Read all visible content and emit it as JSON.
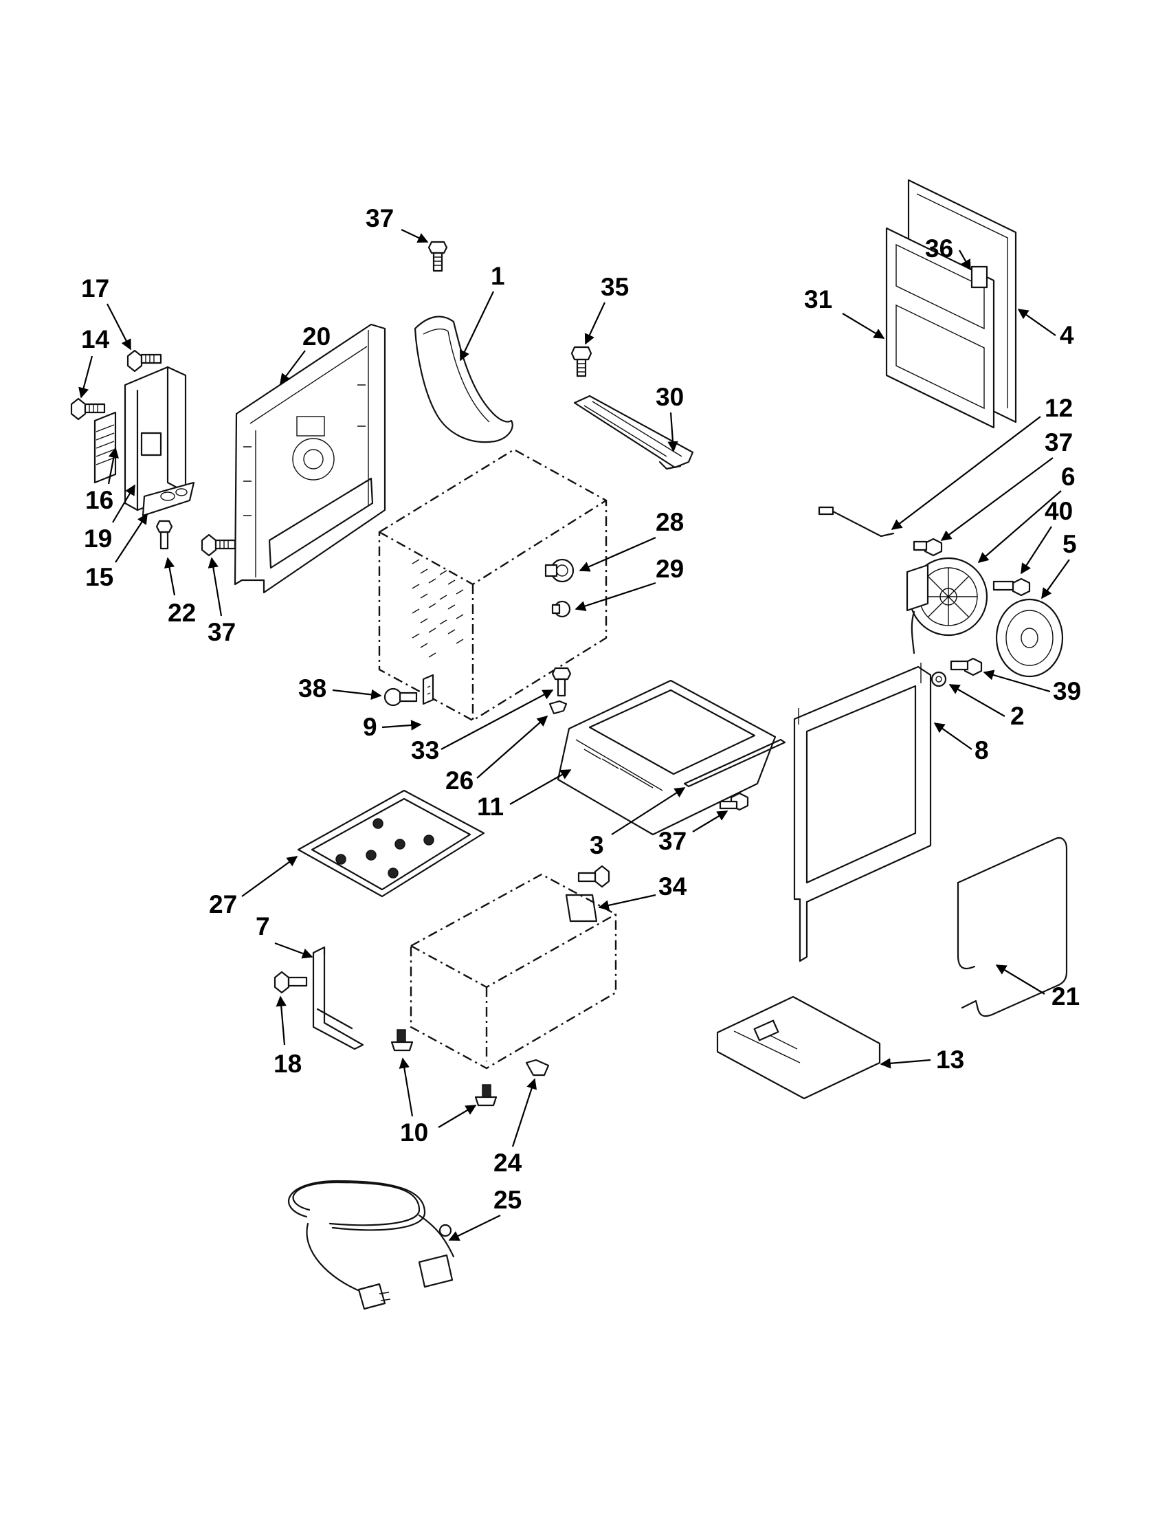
{
  "callouts": [
    {
      "id": "c37a",
      "label": "37"
    },
    {
      "id": "c1",
      "label": "1"
    },
    {
      "id": "c35",
      "label": "35"
    },
    {
      "id": "c17",
      "label": "17"
    },
    {
      "id": "c14",
      "label": "14"
    },
    {
      "id": "c20",
      "label": "20"
    },
    {
      "id": "c16",
      "label": "16"
    },
    {
      "id": "c19",
      "label": "19"
    },
    {
      "id": "c15",
      "label": "15"
    },
    {
      "id": "c22",
      "label": "22"
    },
    {
      "id": "c37b",
      "label": "37"
    },
    {
      "id": "c30",
      "label": "30"
    },
    {
      "id": "c28",
      "label": "28"
    },
    {
      "id": "c29",
      "label": "29"
    },
    {
      "id": "c38",
      "label": "38"
    },
    {
      "id": "c9",
      "label": "9"
    },
    {
      "id": "c33",
      "label": "33"
    },
    {
      "id": "c26",
      "label": "26"
    },
    {
      "id": "c11",
      "label": "11"
    },
    {
      "id": "c36",
      "label": "36"
    },
    {
      "id": "c31",
      "label": "31"
    },
    {
      "id": "c4",
      "label": "4"
    },
    {
      "id": "c12",
      "label": "12"
    },
    {
      "id": "c37c",
      "label": "37"
    },
    {
      "id": "c6",
      "label": "6"
    },
    {
      "id": "c40",
      "label": "40"
    },
    {
      "id": "c5",
      "label": "5"
    },
    {
      "id": "c39",
      "label": "39"
    },
    {
      "id": "c2",
      "label": "2"
    },
    {
      "id": "c8",
      "label": "8"
    },
    {
      "id": "c3",
      "label": "3"
    },
    {
      "id": "c37d",
      "label": "37"
    },
    {
      "id": "c34",
      "label": "34"
    },
    {
      "id": "c27",
      "label": "27"
    },
    {
      "id": "c7",
      "label": "7"
    },
    {
      "id": "c18",
      "label": "18"
    },
    {
      "id": "c10",
      "label": "10"
    },
    {
      "id": "c24",
      "label": "24"
    },
    {
      "id": "c25",
      "label": "25"
    },
    {
      "id": "c21",
      "label": "21"
    },
    {
      "id": "c13",
      "label": "13"
    }
  ]
}
